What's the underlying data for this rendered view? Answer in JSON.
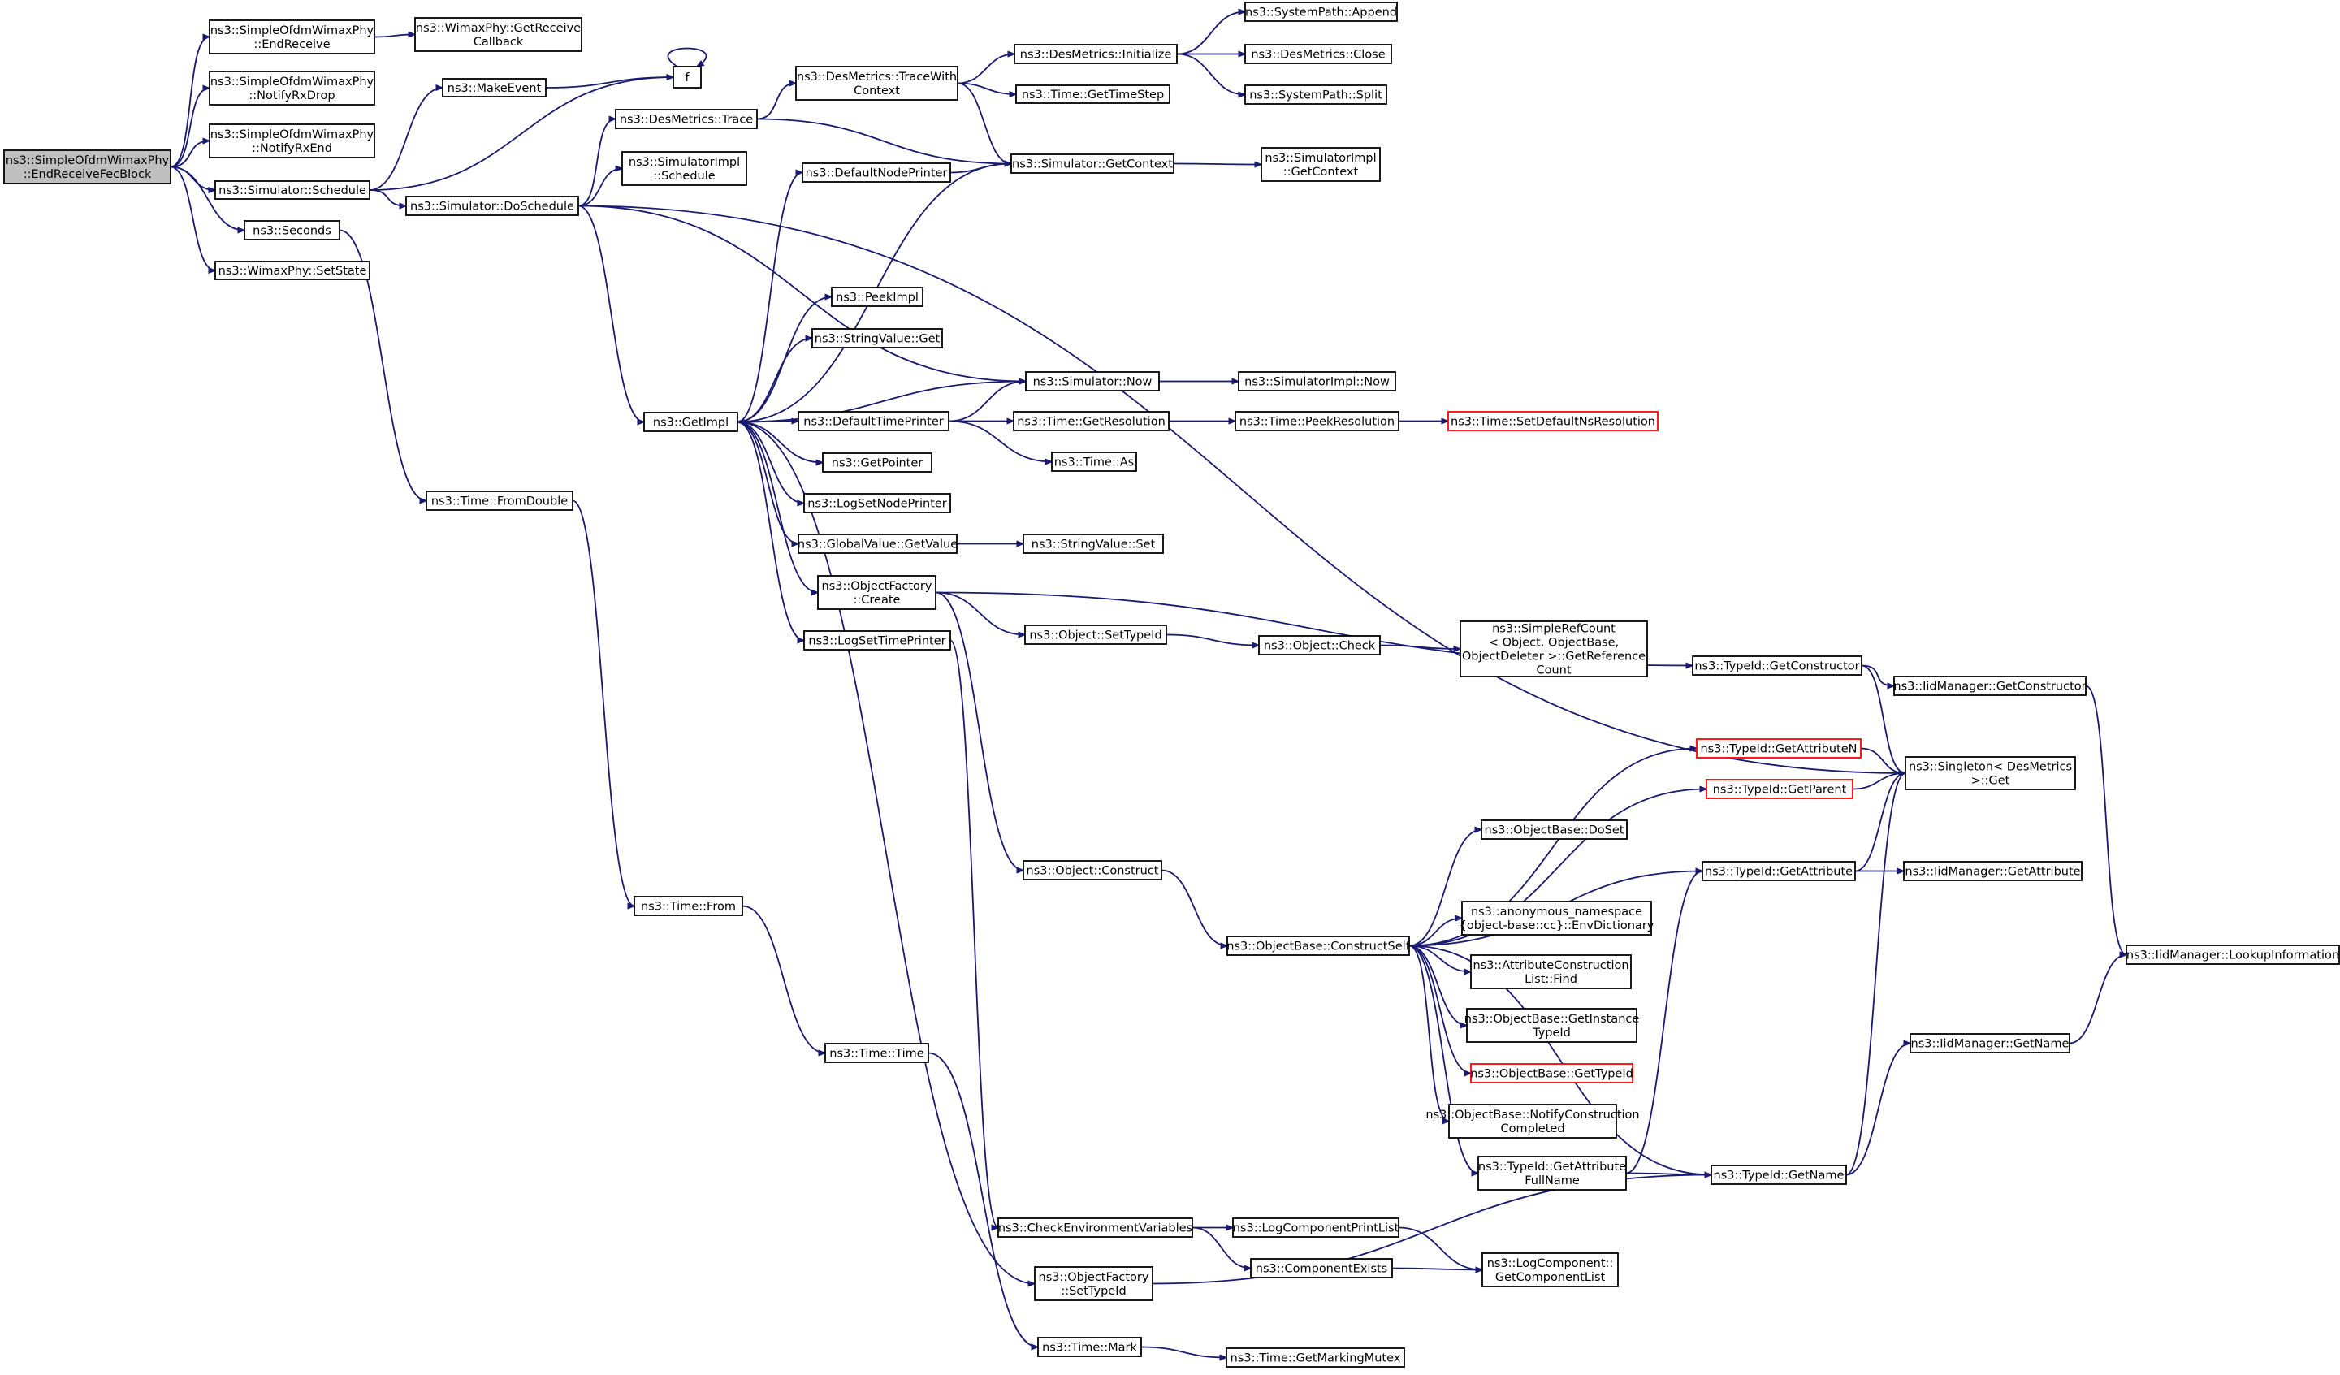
{
  "diagram": {
    "colors": {
      "edge": "#191970",
      "node_border": "#000000",
      "node_border_highlight": "#ff0000",
      "root_fill": "#bfbfbf",
      "background": "#ffffff"
    },
    "nodes": [
      {
        "id": "root",
        "lines": [
          "ns3::SimpleOfdmWimaxPhy",
          "::EndReceiveFecBlock"
        ],
        "root": true
      },
      {
        "id": "endReceive",
        "lines": [
          "ns3::SimpleOfdmWimaxPhy",
          "::EndReceive"
        ]
      },
      {
        "id": "notifyRxDrop",
        "lines": [
          "ns3::SimpleOfdmWimaxPhy",
          "::NotifyRxDrop"
        ]
      },
      {
        "id": "notifyRxEnd",
        "lines": [
          "ns3::SimpleOfdmWimaxPhy",
          "::NotifyRxEnd"
        ]
      },
      {
        "id": "schedule",
        "lines": [
          "ns3::Simulator::Schedule"
        ]
      },
      {
        "id": "seconds",
        "lines": [
          "ns3::Seconds"
        ]
      },
      {
        "id": "setState",
        "lines": [
          "ns3::WimaxPhy::SetState"
        ]
      },
      {
        "id": "getReceiveCallback",
        "lines": [
          "ns3::WimaxPhy::GetReceive",
          "Callback"
        ]
      },
      {
        "id": "makeEvent",
        "lines": [
          "ns3::MakeEvent"
        ]
      },
      {
        "id": "f",
        "lines": [
          "f"
        ]
      },
      {
        "id": "doSchedule",
        "lines": [
          "ns3::Simulator::DoSchedule"
        ]
      },
      {
        "id": "desTrace",
        "lines": [
          "ns3::DesMetrics::Trace"
        ]
      },
      {
        "id": "implSchedule",
        "lines": [
          "ns3::SimulatorImpl",
          "::Schedule"
        ]
      },
      {
        "id": "traceWithContext",
        "lines": [
          "ns3::DesMetrics::TraceWith",
          "Context"
        ]
      },
      {
        "id": "desInit",
        "lines": [
          "ns3::DesMetrics::Initialize"
        ]
      },
      {
        "id": "getTimeStep",
        "lines": [
          "ns3::Time::GetTimeStep"
        ]
      },
      {
        "id": "sysAppend",
        "lines": [
          "ns3::SystemPath::Append"
        ]
      },
      {
        "id": "desClose",
        "lines": [
          "ns3::DesMetrics::Close"
        ]
      },
      {
        "id": "sysSplit",
        "lines": [
          "ns3::SystemPath::Split"
        ]
      },
      {
        "id": "getContext",
        "lines": [
          "ns3::Simulator::GetContext"
        ]
      },
      {
        "id": "implGetContext",
        "lines": [
          "ns3::SimulatorImpl",
          "::GetContext"
        ]
      },
      {
        "id": "defaultNodePrinter",
        "lines": [
          "ns3::DefaultNodePrinter"
        ]
      },
      {
        "id": "peekImpl",
        "lines": [
          "ns3::PeekImpl"
        ]
      },
      {
        "id": "stringValueGet",
        "lines": [
          "ns3::StringValue::Get"
        ]
      },
      {
        "id": "getImpl",
        "lines": [
          "ns3::GetImpl"
        ]
      },
      {
        "id": "simNow",
        "lines": [
          "ns3::Simulator::Now"
        ]
      },
      {
        "id": "implNow",
        "lines": [
          "ns3::SimulatorImpl::Now"
        ]
      },
      {
        "id": "defaultTimePrinter",
        "lines": [
          "ns3::DefaultTimePrinter"
        ]
      },
      {
        "id": "getResolution",
        "lines": [
          "ns3::Time::GetResolution"
        ]
      },
      {
        "id": "peekResolution",
        "lines": [
          "ns3::Time::PeekResolution"
        ]
      },
      {
        "id": "setDefaultNsRes",
        "lines": [
          "ns3::Time::SetDefaultNsResolution"
        ],
        "highlight": true
      },
      {
        "id": "timeAs",
        "lines": [
          "ns3::Time::As"
        ]
      },
      {
        "id": "getPointer",
        "lines": [
          "ns3::GetPointer"
        ]
      },
      {
        "id": "logSetNodePrinter",
        "lines": [
          "ns3::LogSetNodePrinter"
        ]
      },
      {
        "id": "globalGetValue",
        "lines": [
          "ns3::GlobalValue::GetValue"
        ]
      },
      {
        "id": "stringValueSet",
        "lines": [
          "ns3::StringValue::Set"
        ]
      },
      {
        "id": "objFactoryCreate",
        "lines": [
          "ns3::ObjectFactory",
          "::Create"
        ]
      },
      {
        "id": "logSetTimePrinter",
        "lines": [
          "ns3::LogSetTimePrinter"
        ]
      },
      {
        "id": "objSetTypeId",
        "lines": [
          "ns3::Object::SetTypeId"
        ]
      },
      {
        "id": "objCheck",
        "lines": [
          "ns3::Object::Check"
        ]
      },
      {
        "id": "simpleRefCount",
        "lines": [
          "ns3::SimpleRefCount",
          "< Object, ObjectBase,",
          "ObjectDeleter >::GetReference",
          "Count"
        ]
      },
      {
        "id": "getConstructor",
        "lines": [
          "ns3::TypeId::GetConstructor"
        ]
      },
      {
        "id": "iidGetConstructor",
        "lines": [
          "ns3::IidManager::GetConstructor"
        ]
      },
      {
        "id": "singletonGet",
        "lines": [
          "ns3::Singleton< DesMetrics",
          ">::Get"
        ]
      },
      {
        "id": "getAttributeN",
        "lines": [
          "ns3::TypeId::GetAttributeN"
        ],
        "highlight": true
      },
      {
        "id": "getParent",
        "lines": [
          "ns3::TypeId::GetParent"
        ],
        "highlight": true
      },
      {
        "id": "doSet",
        "lines": [
          "ns3::ObjectBase::DoSet"
        ]
      },
      {
        "id": "fromDouble",
        "lines": [
          "ns3::Time::FromDouble"
        ]
      },
      {
        "id": "objConstruct",
        "lines": [
          "ns3::Object::Construct"
        ]
      },
      {
        "id": "getAttribute",
        "lines": [
          "ns3::TypeId::GetAttribute"
        ]
      },
      {
        "id": "iidGetAttribute",
        "lines": [
          "ns3::IidManager::GetAttribute"
        ]
      },
      {
        "id": "timeFrom",
        "lines": [
          "ns3::Time::From"
        ]
      },
      {
        "id": "envDict",
        "lines": [
          "ns3::anonymous_namespace",
          "{object-base::cc}::EnvDictionary"
        ]
      },
      {
        "id": "constructSelf",
        "lines": [
          "ns3::ObjectBase::ConstructSelf"
        ]
      },
      {
        "id": "attrFind",
        "lines": [
          "ns3::AttributeConstruction",
          "List::Find"
        ]
      },
      {
        "id": "lookupInfo",
        "lines": [
          "ns3::IidManager::LookupInformation"
        ]
      },
      {
        "id": "getInstanceTypeId",
        "lines": [
          "ns3::ObjectBase::GetInstance",
          "TypeId"
        ]
      },
      {
        "id": "timeTime",
        "lines": [
          "ns3::Time::Time"
        ]
      },
      {
        "id": "iidGetName",
        "lines": [
          "ns3::IidManager::GetName"
        ]
      },
      {
        "id": "obGetTypeId",
        "lines": [
          "ns3::ObjectBase::GetTypeId"
        ],
        "highlight": true
      },
      {
        "id": "notifyConstruction",
        "lines": [
          "ns3::ObjectBase::NotifyConstruction",
          "Completed"
        ]
      },
      {
        "id": "getAttrFullName",
        "lines": [
          "ns3::TypeId::GetAttribute",
          "FullName"
        ]
      },
      {
        "id": "typeIdGetName",
        "lines": [
          "ns3::TypeId::GetName"
        ]
      },
      {
        "id": "checkEnvVars",
        "lines": [
          "ns3::CheckEnvironmentVariables"
        ]
      },
      {
        "id": "logCompPrintList",
        "lines": [
          "ns3::LogComponentPrintList"
        ]
      },
      {
        "id": "compExists",
        "lines": [
          "ns3::ComponentExists"
        ]
      },
      {
        "id": "getCompList",
        "lines": [
          "ns3::LogComponent::",
          "GetComponentList"
        ]
      },
      {
        "id": "objFactorySetTypeId",
        "lines": [
          "ns3::ObjectFactory",
          "::SetTypeId"
        ]
      },
      {
        "id": "timeMark",
        "lines": [
          "ns3::Time::Mark"
        ]
      },
      {
        "id": "getMarkingMutex",
        "lines": [
          "ns3::Time::GetMarkingMutex"
        ]
      }
    ],
    "edges": [
      [
        "root",
        "endReceive"
      ],
      [
        "root",
        "notifyRxDrop"
      ],
      [
        "root",
        "notifyRxEnd"
      ],
      [
        "root",
        "schedule"
      ],
      [
        "root",
        "seconds"
      ],
      [
        "root",
        "setState"
      ],
      [
        "endReceive",
        "getReceiveCallback"
      ],
      [
        "schedule",
        "makeEvent"
      ],
      [
        "schedule",
        "f"
      ],
      [
        "schedule",
        "doSchedule"
      ],
      [
        "makeEvent",
        "f"
      ],
      [
        "f",
        "f"
      ],
      [
        "seconds",
        "fromDouble"
      ],
      [
        "doSchedule",
        "desTrace"
      ],
      [
        "doSchedule",
        "implSchedule"
      ],
      [
        "doSchedule",
        "simNow"
      ],
      [
        "doSchedule",
        "getImpl"
      ],
      [
        "doSchedule",
        "singletonGet"
      ],
      [
        "desTrace",
        "traceWithContext"
      ],
      [
        "desTrace",
        "getContext"
      ],
      [
        "traceWithContext",
        "desInit"
      ],
      [
        "traceWithContext",
        "getTimeStep"
      ],
      [
        "traceWithContext",
        "getContext"
      ],
      [
        "desInit",
        "sysAppend"
      ],
      [
        "desInit",
        "desClose"
      ],
      [
        "desInit",
        "sysSplit"
      ],
      [
        "getContext",
        "implGetContext"
      ],
      [
        "getContext",
        "getImpl"
      ],
      [
        "defaultNodePrinter",
        "getContext"
      ],
      [
        "getImpl",
        "defaultNodePrinter"
      ],
      [
        "getImpl",
        "peekImpl"
      ],
      [
        "getImpl",
        "stringValueGet"
      ],
      [
        "getImpl",
        "defaultTimePrinter"
      ],
      [
        "getImpl",
        "getPointer"
      ],
      [
        "getImpl",
        "logSetNodePrinter"
      ],
      [
        "getImpl",
        "globalGetValue"
      ],
      [
        "getImpl",
        "objFactoryCreate"
      ],
      [
        "getImpl",
        "logSetTimePrinter"
      ],
      [
        "getImpl",
        "objFactorySetTypeId"
      ],
      [
        "simNow",
        "getImpl"
      ],
      [
        "simNow",
        "implNow"
      ],
      [
        "defaultTimePrinter",
        "simNow"
      ],
      [
        "defaultTimePrinter",
        "getResolution"
      ],
      [
        "defaultTimePrinter",
        "timeAs"
      ],
      [
        "getResolution",
        "peekResolution"
      ],
      [
        "peekResolution",
        "setDefaultNsRes"
      ],
      [
        "globalGetValue",
        "stringValueSet"
      ],
      [
        "objFactoryCreate",
        "objSetTypeId"
      ],
      [
        "objFactoryCreate",
        "getConstructor"
      ],
      [
        "objFactoryCreate",
        "objConstruct"
      ],
      [
        "logSetTimePrinter",
        "checkEnvVars"
      ],
      [
        "objSetTypeId",
        "objCheck"
      ],
      [
        "objCheck",
        "simpleRefCount"
      ],
      [
        "getConstructor",
        "iidGetConstructor"
      ],
      [
        "getConstructor",
        "singletonGet"
      ],
      [
        "iidGetConstructor",
        "lookupInfo"
      ],
      [
        "getAttributeN",
        "singletonGet"
      ],
      [
        "getParent",
        "singletonGet"
      ],
      [
        "getAttribute",
        "singletonGet"
      ],
      [
        "getAttribute",
        "iidGetAttribute"
      ],
      [
        "fromDouble",
        "timeFrom"
      ],
      [
        "timeFrom",
        "timeTime"
      ],
      [
        "timeTime",
        "timeMark"
      ],
      [
        "objConstruct",
        "constructSelf"
      ],
      [
        "constructSelf",
        "getAttributeN"
      ],
      [
        "constructSelf",
        "getParent"
      ],
      [
        "constructSelf",
        "doSet"
      ],
      [
        "constructSelf",
        "getAttribute"
      ],
      [
        "constructSelf",
        "envDict"
      ],
      [
        "constructSelf",
        "attrFind"
      ],
      [
        "constructSelf",
        "getInstanceTypeId"
      ],
      [
        "constructSelf",
        "obGetTypeId"
      ],
      [
        "constructSelf",
        "notifyConstruction"
      ],
      [
        "constructSelf",
        "getAttrFullName"
      ],
      [
        "constructSelf",
        "typeIdGetName"
      ],
      [
        "getAttrFullName",
        "getAttribute"
      ],
      [
        "getAttrFullName",
        "typeIdGetName"
      ],
      [
        "typeIdGetName",
        "singletonGet"
      ],
      [
        "typeIdGetName",
        "iidGetName"
      ],
      [
        "iidGetName",
        "lookupInfo"
      ],
      [
        "checkEnvVars",
        "logCompPrintList"
      ],
      [
        "checkEnvVars",
        "compExists"
      ],
      [
        "logCompPrintList",
        "getCompList"
      ],
      [
        "compExists",
        "getCompList"
      ],
      [
        "objFactorySetTypeId",
        "typeIdGetName"
      ],
      [
        "timeMark",
        "getMarkingMutex"
      ]
    ]
  }
}
